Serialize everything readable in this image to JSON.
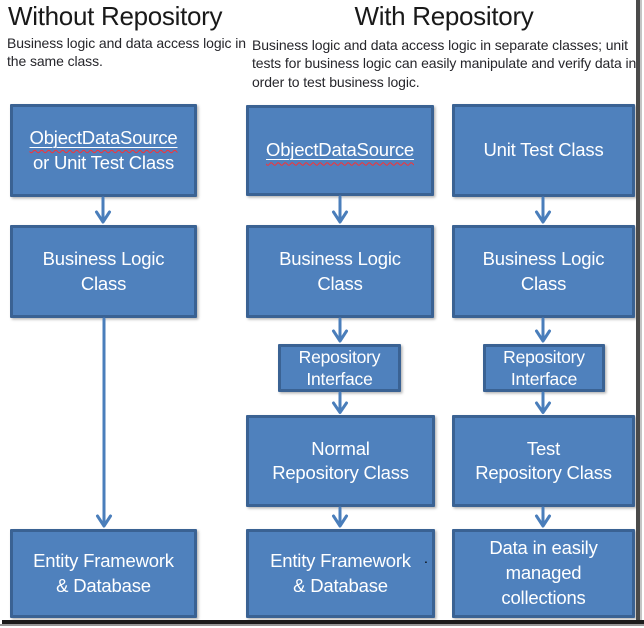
{
  "sections": {
    "without": {
      "heading": "Without Repository",
      "description": "Business logic and data access logic in the same class."
    },
    "with": {
      "heading": "With Repository",
      "description": "Business logic and data access logic in separate classes; unit tests for business logic can easily manipulate and verify data in order to test business logic."
    }
  },
  "columns": {
    "without": {
      "source": {
        "line1": "ObjectDataSource",
        "line2": "or Unit Test Class",
        "misspelled_word": "ObjectDataSource"
      },
      "business": {
        "line1": "Business Logic",
        "line2": "Class"
      },
      "data": {
        "line1": "Entity Framework",
        "line2": "& Database"
      }
    },
    "with_normal": {
      "source": {
        "line1": "ObjectDataSource",
        "misspelled_word": "ObjectDataSource"
      },
      "business": {
        "line1": "Business Logic",
        "line2": "Class"
      },
      "interface": {
        "line1": "Repository",
        "line2": "Interface"
      },
      "repository": {
        "line1": "Normal",
        "line2": "Repository Class"
      },
      "data": {
        "line1": "Entity Framework",
        "line2": "& Database"
      }
    },
    "with_test": {
      "source": {
        "line1": "Unit Test Class"
      },
      "business": {
        "line1": "Business Logic",
        "line2": "Class"
      },
      "interface": {
        "line1": "Repository",
        "line2": "Interface"
      },
      "repository": {
        "line1": "Test",
        "line2": "Repository Class"
      },
      "data": {
        "line1": "Data in easily",
        "line2": "managed",
        "line3": "collections"
      }
    }
  },
  "annotations": {
    "stray_period": "."
  },
  "colors": {
    "box_fill": "#4f81bd",
    "box_border": "#3a6293",
    "box_text": "#ffffff",
    "arrow": "#4a7ebb",
    "spellcheck_underline": "#ff2f2f",
    "heading_text": "#191919",
    "body_text": "#26262b"
  }
}
